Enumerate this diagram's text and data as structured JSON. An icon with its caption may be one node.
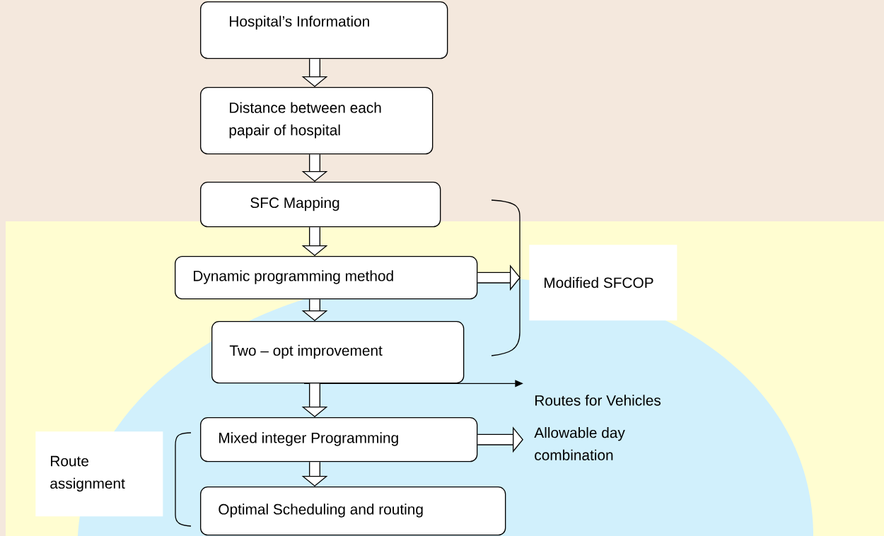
{
  "diagram": {
    "nodes": [
      {
        "text": [
          "Hospital’s Information"
        ]
      },
      {
        "text": [
          "Distance between each papair of hospital"
        ]
      },
      {
        "text": [
          "SFC Mapping"
        ]
      },
      {
        "text": [
          "Dynamic programming method"
        ]
      },
      {
        "text": [
          "Two – opt improvement"
        ]
      },
      {
        "text": [
          "Modified SFCOP"
        ]
      },
      {
        "text": [
          "Routes for Vehicles"
        ]
      },
      {
        "text": [
          "Mixed integer Programming"
        ]
      },
      {
        "text": [
          "Optimal Scheduling and routing"
        ]
      },
      {
        "text": [
          "Allowable day combination"
        ]
      },
      {
        "text": [
          "Route assignment"
        ]
      }
    ],
    "edges": [
      {
        "from": 0,
        "to": 1,
        "arrow": "to"
      },
      {
        "from": 1,
        "to": 2,
        "arrow": "to"
      },
      {
        "from": 2,
        "to": 3,
        "arrow": "to"
      },
      {
        "from": 3,
        "to": 4,
        "arrow": "to"
      },
      {
        "from": 3,
        "to": 5,
        "arrow": "to"
      },
      {
        "from": 4,
        "to": 6,
        "arrow": "to"
      },
      {
        "from": 4,
        "to": 7,
        "arrow": "to"
      },
      {
        "from": 7,
        "to": 9,
        "arrow": "to"
      },
      {
        "from": 7,
        "to": 8,
        "arrow": "to"
      }
    ]
  }
}
